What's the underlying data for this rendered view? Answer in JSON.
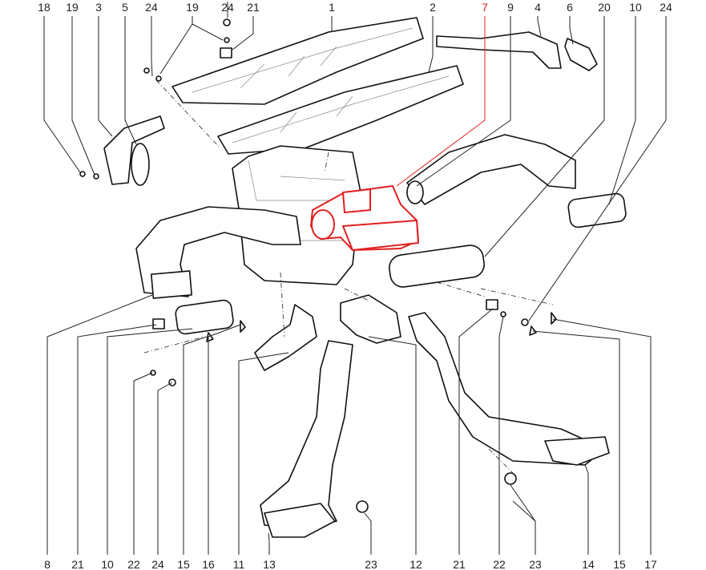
{
  "diagram": {
    "title": "Heater and air duct assembly – exploded view",
    "highlight_color": "#e02020",
    "highlighted_part": "7",
    "top_callouts": [
      "18",
      "19",
      "3",
      "5",
      "24",
      "19",
      "24",
      "21",
      "1",
      "2",
      "7",
      "9",
      "4",
      "6",
      "20",
      "10",
      "24"
    ],
    "bottom_callouts": [
      "8",
      "21",
      "10",
      "22",
      "24",
      "15",
      "16",
      "11",
      "13",
      "23",
      "12",
      "21",
      "22",
      "23",
      "14",
      "15",
      "17"
    ]
  }
}
